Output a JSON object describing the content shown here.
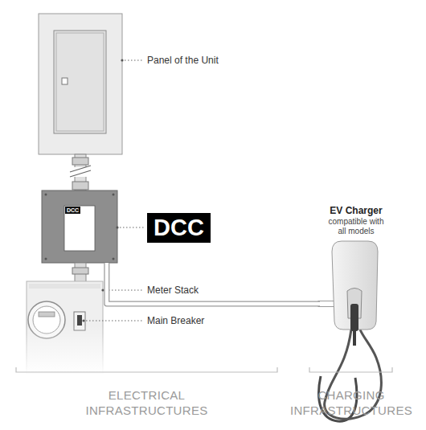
{
  "diagram": {
    "nodes": [
      {
        "text": [
          "DCC"
        ]
      },
      {
        "text": [
          "DCC"
        ]
      },
      {
        "text": [
          "EV Charger",
          "compatible with all models"
        ]
      }
    ],
    "edges": [
      {
        "from": 0,
        "to": 2,
        "arrow": "none"
      }
    ],
    "labels": [
      "Panel of the Unit",
      "Meter Stack",
      "Main Breaker",
      "ELECTRICAL INFRASTRUCTURES",
      "CHARGING INFRASTRUCTURES"
    ]
  }
}
